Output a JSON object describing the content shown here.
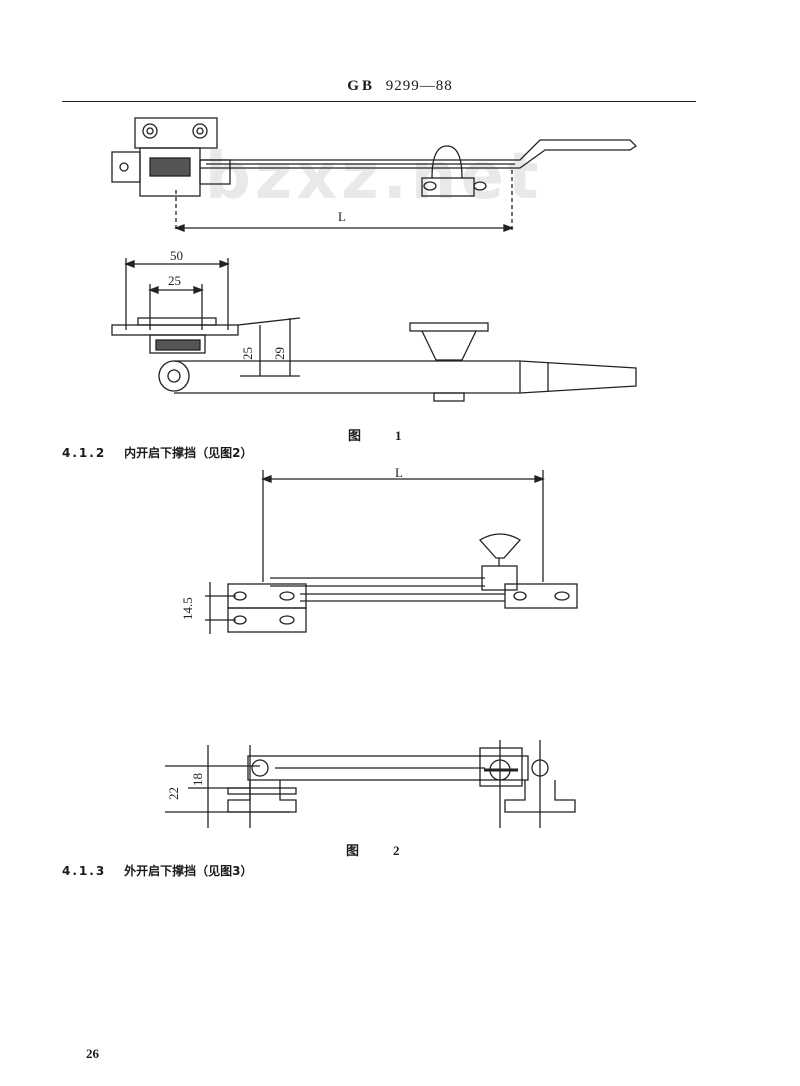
{
  "header": {
    "standard_code": "GB",
    "standard_number": "9299—88"
  },
  "watermark": "bzxz.net",
  "figure1": {
    "dim_L": "L",
    "dim_50": "50",
    "dim_25_top": "25",
    "dim_25_side": "25",
    "dim_29": "29",
    "caption_label": "图",
    "caption_number": "1"
  },
  "section_412": {
    "number": "4.1.2",
    "title": "内开启下撑挡（见图2）"
  },
  "figure2": {
    "dim_L": "L",
    "dim_14_5": "14.5",
    "dim_22": "22",
    "dim_18": "18",
    "caption_label": "图",
    "caption_number": "2"
  },
  "section_413": {
    "number": "4.1.3",
    "title": "外开启下撑挡（见图3）"
  },
  "page_number": "26"
}
